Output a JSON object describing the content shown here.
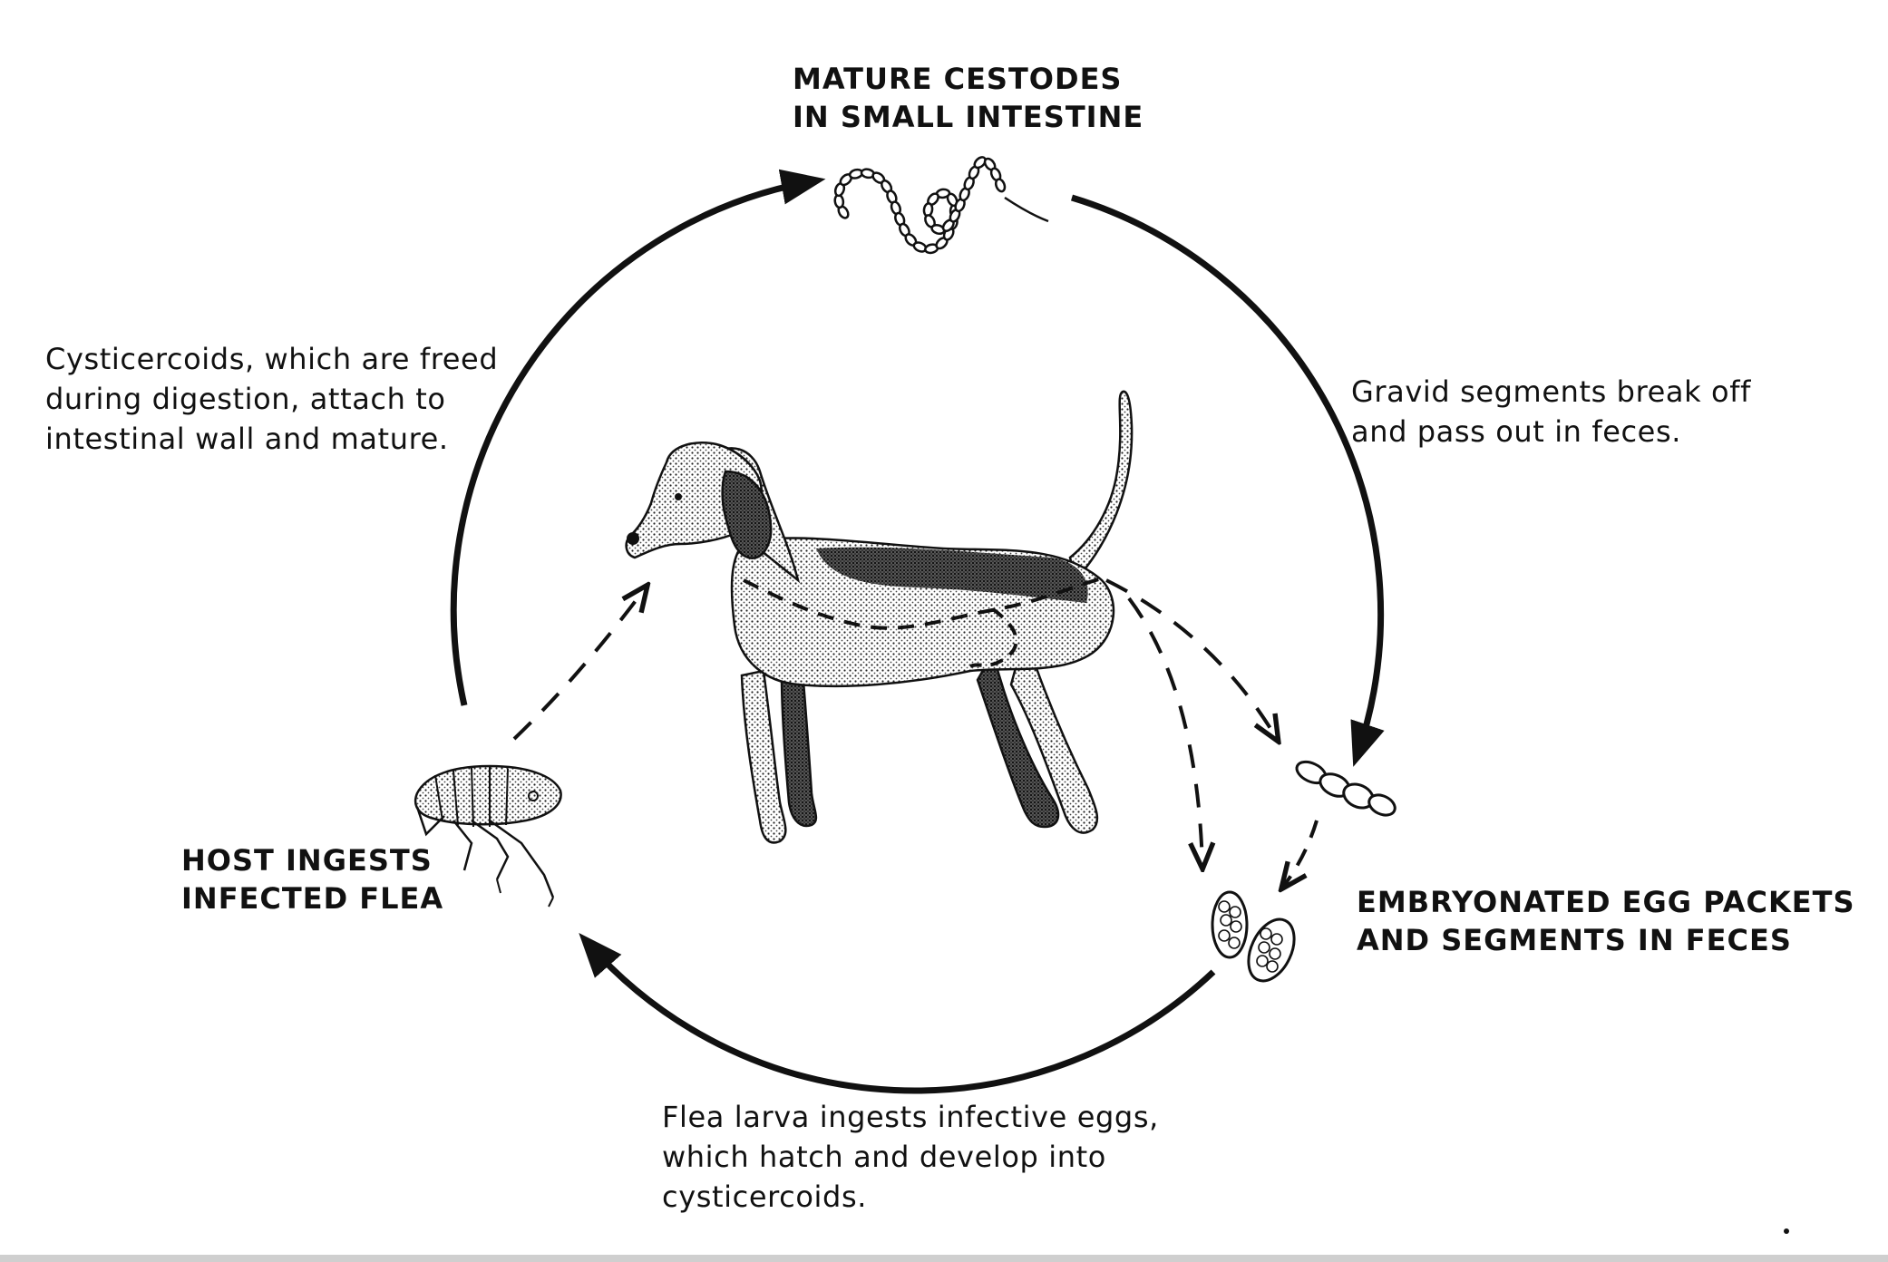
{
  "stages": {
    "mature_cestodes": [
      "MATURE CESTODES",
      "IN SMALL INTESTINE"
    ],
    "egg_packets": [
      "EMBRYONATED EGG PACKETS",
      "AND SEGMENTS IN FECES"
    ],
    "host_ingests": [
      "HOST INGESTS",
      "INFECTED FLEA"
    ]
  },
  "transitions": {
    "gravid": [
      "Gravid segments break off",
      "and pass out in feces."
    ],
    "flea_larva": [
      "Flea larva ingests infective eggs,",
      "which hatch and develop into",
      "cysticercoids."
    ],
    "cysticercoids": [
      "Cysticercoids, which are freed",
      "during digestion, attach to",
      "intestinal wall and mature."
    ]
  },
  "colors": {
    "ink": "#111111",
    "background": "#ffffff"
  },
  "icons": [
    "tapeworm-icon",
    "dog-illustration",
    "tapeworm-segment-icon",
    "egg-packet-icon",
    "flea-icon"
  ]
}
